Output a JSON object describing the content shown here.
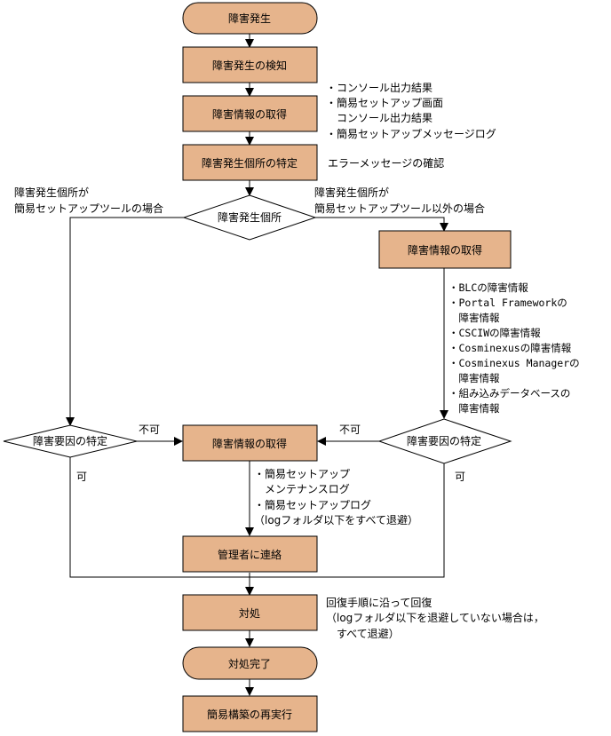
{
  "colors": {
    "box_fill": "#e6b48c",
    "line": "#000000",
    "background": "#ffffff"
  },
  "nodes": {
    "start": "障害発生",
    "detect": "障害発生の検知",
    "collect1": "障害情報の取得",
    "identify_location": "障害発生個所の特定",
    "decision_location": "障害発生個所",
    "collect2": "障害情報の取得",
    "decision_cause_left": "障害要因の特定",
    "collect3": "障害情報の取得",
    "decision_cause_right": "障害要因の特定",
    "contact_admin": "管理者に連絡",
    "handle": "対処",
    "handle_done": "対処完了",
    "rerun": "簡易構築の再実行"
  },
  "labels": {
    "branch_left": [
      "障害発生個所が",
      "簡易セットアップツールの場合"
    ],
    "branch_right": [
      "障害発生個所が",
      "簡易セットアップツール以外の場合"
    ],
    "not_possible_left": "不可",
    "not_possible_right": "不可",
    "possible_left": "可",
    "possible_right": "可"
  },
  "notes": {
    "collect1": [
      "・コンソール出力結果",
      "・簡易セットアップ画面",
      "　コンソール出力結果",
      "・簡易セットアップメッセージログ"
    ],
    "identify": [
      "エラーメッセージの確認"
    ],
    "collect2": [
      "・BLCの障害情報",
      "・Portal Frameworkの",
      "　障害情報",
      "・CSCIWの障害情報",
      "・Cosminexusの障害情報",
      "・Cosminexus Managerの",
      "　障害情報",
      "・組み込みデータベースの",
      "　障害情報"
    ],
    "collect3": [
      "・簡易セットアップ",
      "　メンテナンスログ",
      "・簡易セットアップログ",
      "（logフォルダ以下をすべて退避）"
    ],
    "handle": [
      "回復手順に沿って回復",
      "（logフォルダ以下を退避していない場合は，",
      "　すべて退避）"
    ]
  }
}
